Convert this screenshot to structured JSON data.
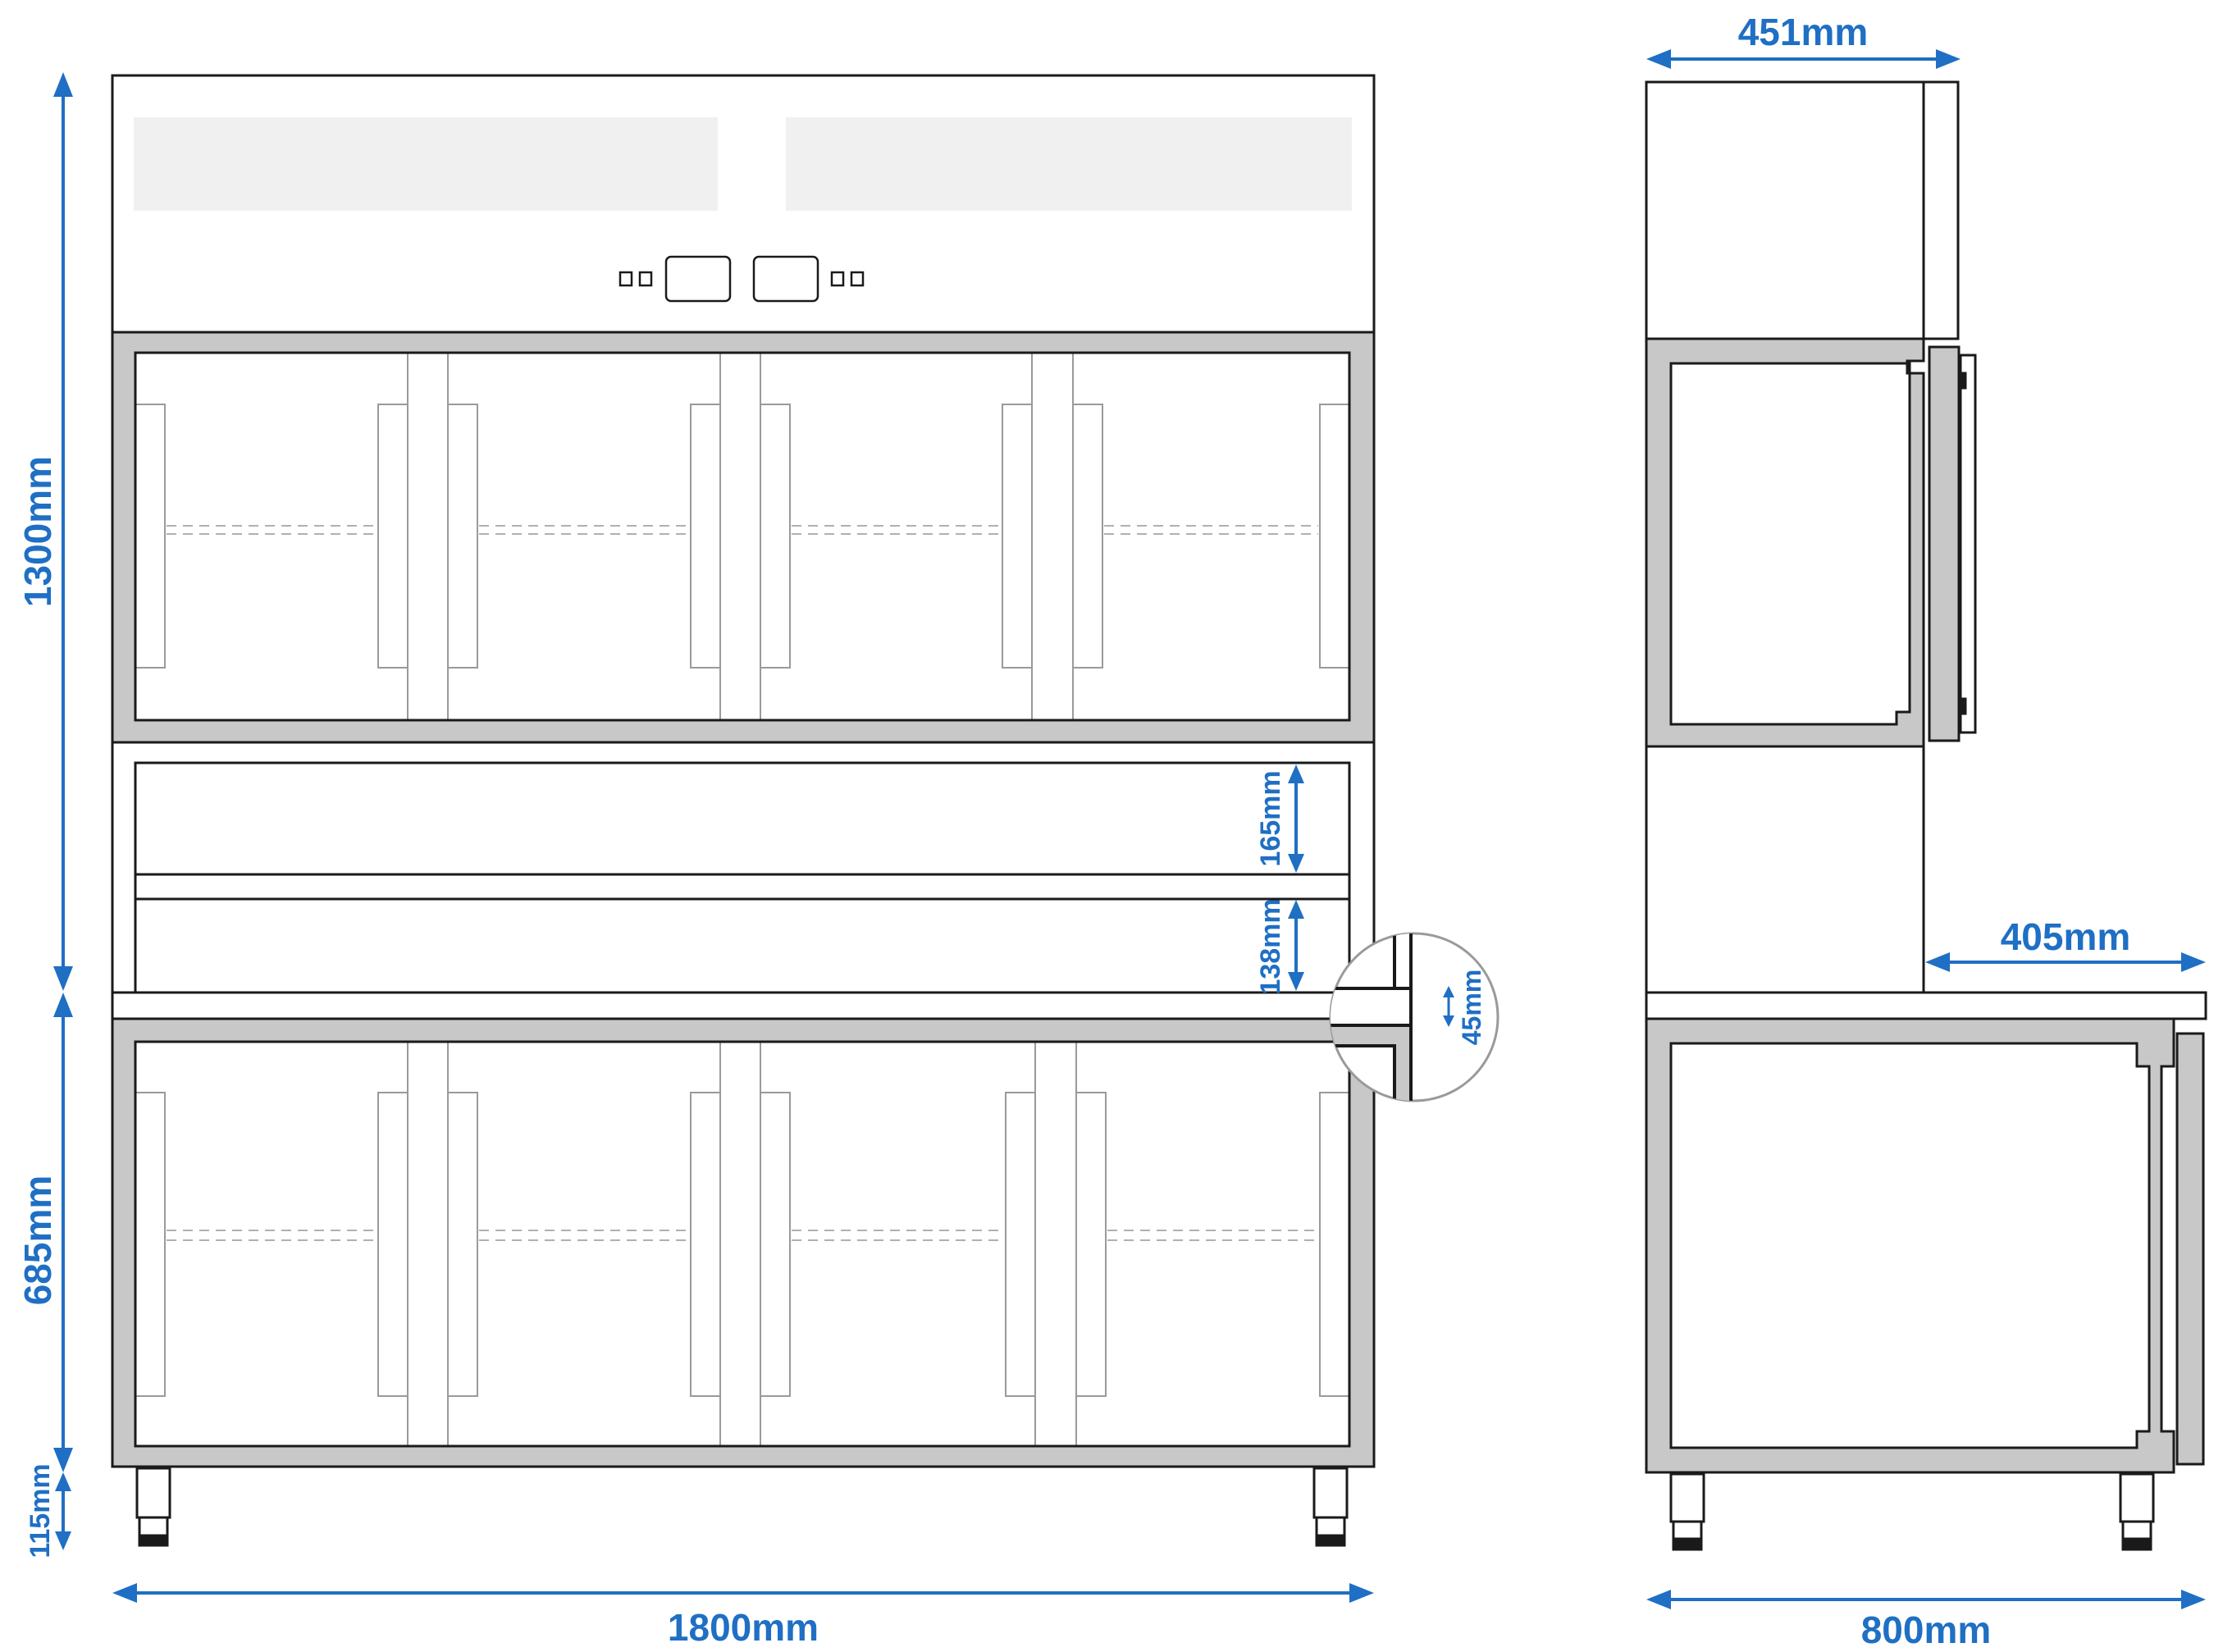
{
  "colors": {
    "dimension": "#1f6fc4",
    "outline": "#1a1a1a",
    "frame_fill": "#c8c8c8",
    "inner_line": "#9a9a9a",
    "panel_fill": "#f0f0f0"
  },
  "dimensions": {
    "total_height": "1300mm",
    "base_height": "685mm",
    "leg_height": "115mm",
    "total_width": "1800mm",
    "drawer_upper": "165mm",
    "drawer_lower": "138mm",
    "detail_step": "45mm",
    "upper_depth": "451mm",
    "worktop_overhang": "405mm",
    "total_depth": "800mm"
  },
  "icons": {
    "arrow": "double-arrow-icon",
    "detail": "magnifier-detail-circle"
  }
}
